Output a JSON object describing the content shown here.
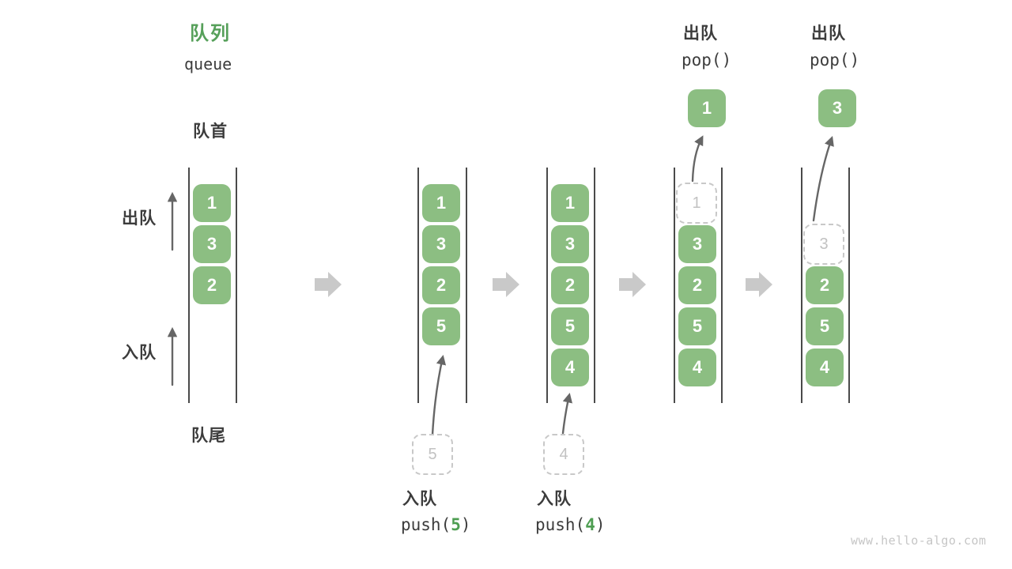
{
  "header": {
    "title_zh": "队列",
    "title_en": "queue"
  },
  "labels": {
    "front": "队首",
    "rear": "队尾",
    "dequeue": "出队",
    "enqueue": "入队"
  },
  "steps": [
    {
      "boxes": [
        "1",
        "3",
        "2"
      ]
    },
    {
      "boxes": [
        "1",
        "3",
        "2",
        "5"
      ],
      "incoming": "5",
      "action": {
        "label": "入队",
        "code_pre": "push(",
        "arg": "5",
        "code_post": ")"
      }
    },
    {
      "boxes": [
        "1",
        "3",
        "2",
        "5",
        "4"
      ],
      "incoming": "4",
      "action": {
        "label": "入队",
        "code_pre": "push(",
        "arg": "4",
        "code_post": ")"
      }
    },
    {
      "ghost": "1",
      "boxes": [
        "3",
        "2",
        "5",
        "4"
      ],
      "popped": "1",
      "action": {
        "label": "出队",
        "code": "pop()"
      }
    },
    {
      "ghost": "3",
      "boxes": [
        "2",
        "5",
        "4"
      ],
      "popped": "3",
      "action": {
        "label": "出队",
        "code": "pop()"
      }
    }
  ],
  "watermark": "www.hello-algo.com",
  "colors": {
    "green_box": "#8CBE82",
    "green_title": "#56A05A",
    "green_accent": "#4E9E52",
    "text_dark": "#3C3C3C",
    "box_text": "#FFFFFF",
    "line": "#4A4A4A",
    "arrow": "#666666",
    "block_arrow": "#C9C9C9",
    "dashed_border": "#C8C8C8",
    "dashed_text": "#C2C2C2",
    "watermark_color": "#C6C6C6"
  }
}
